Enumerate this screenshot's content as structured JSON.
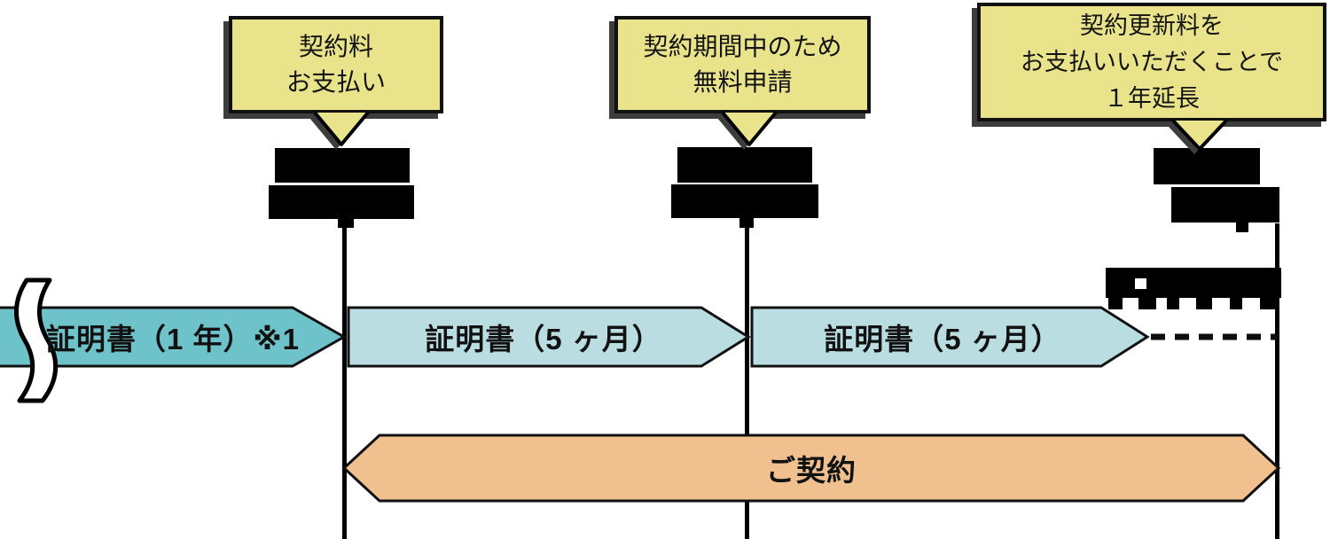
{
  "diagram_title": "certificate-contract-renewal-timeline",
  "colors": {
    "callout_fill": "#E9E48B",
    "cert_past_fill": "#6EC2CA",
    "cert_current_fill": "#BADDE2",
    "contract_fill": "#F0C18F",
    "outline": "#111111",
    "shadow": "#3D3D3D"
  },
  "callouts": [
    {
      "lines": [
        "契約料",
        "お支払い"
      ]
    },
    {
      "lines": [
        "契約期間中のため",
        "無料申請"
      ]
    },
    {
      "lines": [
        "契約更新料を",
        "お支払いいただくことで",
        "１年延長"
      ]
    }
  ],
  "timeline": {
    "cert_year_label": "証明書（1 年）※1",
    "cert_5mo_label_1": "証明書（5 ヶ月）",
    "cert_5mo_label_2": "証明書（5 ヶ月）",
    "contract_label": "ご契約"
  },
  "redactions": [
    "date-under-callout-1",
    "date-under-callout-2",
    "date-under-callout-3",
    "label-above-dashed-extension"
  ]
}
